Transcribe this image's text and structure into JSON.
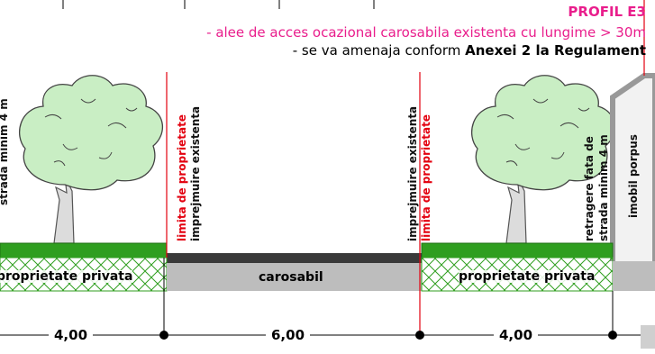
{
  "header": {
    "profile_title": "PROFIL E3",
    "description_line1": "- alee de acces ocazional carosabila existenta cu lungime > 30m",
    "description_line2_prefix": "- se va amenaja conform ",
    "description_line2_bold": "Anexei 2 la Regulament"
  },
  "bands": {
    "left_private": "proprietate privata",
    "roadway": "carosabil",
    "right_private": "proprietate privata"
  },
  "vertical_labels": {
    "left_setback": "strada minim 4 m",
    "left_property_limit": "limita de proprietate",
    "left_fence": "imprejmuire existenta",
    "right_fence": "imprejmuire existenta",
    "right_property_limit": "limita de proprietate",
    "right_setback_line1": "retragere fata de",
    "right_setback_line2": "strada minim 4 m",
    "building": "imobil porpus"
  },
  "dimensions": {
    "left": "4,00",
    "center": "6,00",
    "right": "4,00"
  },
  "colors": {
    "accent_magenta": "#e91e8c",
    "property_limit_red": "#e3000f",
    "grass_green": "#2f9e1f",
    "asphalt_dark": "#3a3a3a",
    "roadway_gray": "#bdbdbd",
    "tree_fill": "#c9eec4"
  }
}
